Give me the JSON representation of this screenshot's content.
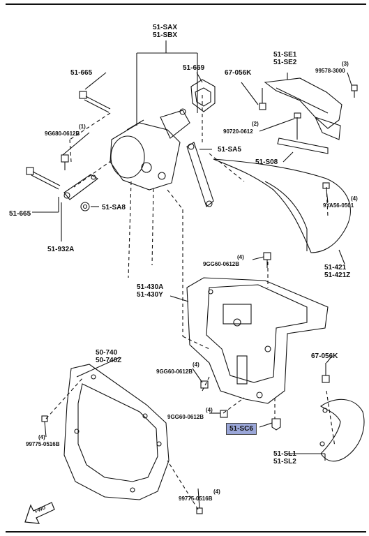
{
  "labels": {
    "sax_group": [
      "51-SAX",
      "51-SBX"
    ],
    "p51_665_top": "51-665",
    "p51_669": "51-669",
    "p67_056K_top": "67-056K",
    "se_group": [
      "51-SE1",
      "51-SE2"
    ],
    "p99578": "99578-3000",
    "p99578_qty": "(3)",
    "p9G680": "9G680-0612B",
    "p9G680_qty": "(1)",
    "p90720": "90720-0612",
    "p90720_qty": "(2)",
    "p51_SA5": "51-SA5",
    "p51_S08": "51-S08",
    "p51_665_left": "51-665",
    "p9YA56": "9YA56-0501",
    "p9YA56_qty": "(4)",
    "p51_SA8": "51-SA8",
    "p51_932A": "51-932A",
    "p9GG60_top": "9GG60-0612B",
    "p9GG60_top_qty": "(4)",
    "p421_group": [
      "51-421",
      "51-421Z"
    ],
    "p430_group": [
      "51-430A",
      "51-430Y"
    ],
    "p740_group": [
      "50-740",
      "50-740Z"
    ],
    "p9GG60_mid": "9GG60-0612B",
    "p9GG60_mid_qty": "(4)",
    "p67_056K_bot": "67-056K",
    "p9GG60_low": "9GG60-0612B",
    "p9GG60_low_qty": "(4)",
    "pSC6": "51-SC6",
    "p99775_left": "99775-0516B",
    "p99775_left_qty": "(4)",
    "sl_group": [
      "51-SL1",
      "51-SL2"
    ],
    "p99775_bot": "99775-0516B",
    "p99775_bot_qty": "(4)",
    "fwd": "FWD"
  },
  "colors": {
    "highlight": "#9aa6d8",
    "ink": "#111111"
  }
}
